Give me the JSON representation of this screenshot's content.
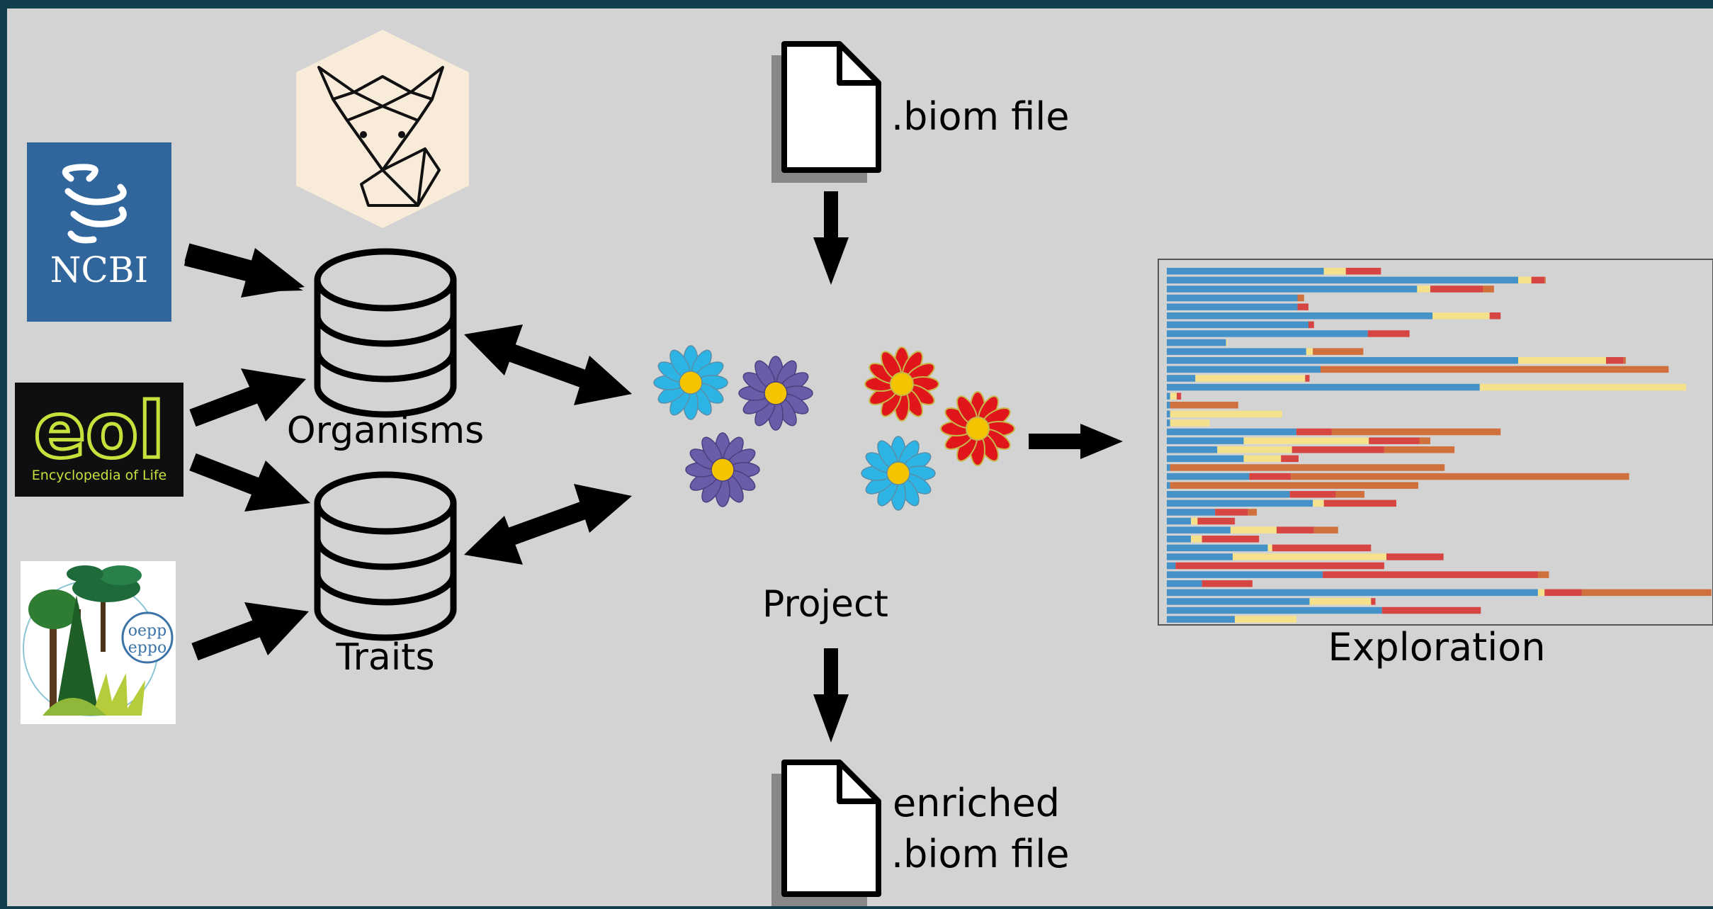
{
  "labels": {
    "biom_file": ".biom file",
    "organisms": "Organisms",
    "traits": "Traits",
    "project": "Project",
    "exploration": "Exploration",
    "enriched_line1": "enriched",
    "enriched_line2": ".biom file"
  },
  "logos": {
    "ncbi": "NCBI",
    "eol": "eol",
    "eol_caption": "Encyclopedia of Life",
    "eppo_top": "oepp",
    "eppo_bottom": "eppo"
  },
  "colors": {
    "frame": "#113f4c",
    "panel": "#d3d3d3",
    "ncbi_blue": "#31669c",
    "eol_green": "#c8e03c",
    "fox_bg": "#f8ebda",
    "flower_blue": "#2cb5e4",
    "flower_purple": "#6a5ca8",
    "flower_red": "#e0161c",
    "flower_center": "#f5c400",
    "bar_blue": "#4592c8",
    "bar_yellow": "#f5e18c",
    "bar_red": "#d64541",
    "bar_orange": "#d0703c"
  },
  "exploration_bars": [
    [
      [
        "b",
        143
      ],
      [
        "y",
        20
      ],
      [
        "r",
        32
      ]
    ],
    [
      [
        "b",
        320
      ],
      [
        "y",
        12
      ],
      [
        "r",
        12
      ],
      [
        "o",
        1
      ]
    ],
    [
      [
        "b",
        228
      ],
      [
        "y",
        12
      ],
      [
        "r",
        48
      ],
      [
        "o",
        10
      ]
    ],
    [
      [
        "b",
        119
      ],
      [
        "o",
        6
      ]
    ],
    [
      [
        "b",
        119
      ],
      [
        "r",
        10
      ]
    ],
    [
      [
        "b",
        242
      ],
      [
        "y",
        52
      ],
      [
        "r",
        10
      ]
    ],
    [
      [
        "b",
        129
      ],
      [
        "r",
        5
      ]
    ],
    [
      [
        "b",
        183
      ],
      [
        "r",
        38
      ]
    ],
    [
      [
        "b",
        54
      ],
      [
        "y",
        1
      ]
    ],
    [
      [
        "b",
        127
      ],
      [
        "y",
        6
      ],
      [
        "o",
        46
      ]
    ],
    [
      [
        "b",
        320
      ],
      [
        "y",
        80
      ],
      [
        "r",
        16
      ],
      [
        "o",
        2
      ]
    ],
    [
      [
        "b",
        140
      ],
      [
        "o",
        317
      ]
    ],
    [
      [
        "b",
        26
      ],
      [
        "y",
        100
      ],
      [
        "r",
        4
      ]
    ],
    [
      [
        "b",
        285
      ],
      [
        "y",
        188
      ]
    ],
    [
      [
        "b",
        3
      ],
      [
        "y",
        6
      ],
      [
        "r",
        4
      ]
    ],
    [
      [
        "b",
        3
      ],
      [
        "o",
        62
      ]
    ],
    [
      [
        "b",
        3
      ],
      [
        "y",
        102
      ]
    ],
    [
      [
        "b",
        3
      ],
      [
        "y",
        36
      ]
    ],
    [
      [
        "b",
        118
      ],
      [
        "r",
        32
      ],
      [
        "o",
        154
      ]
    ],
    [
      [
        "b",
        70
      ],
      [
        "y",
        114
      ],
      [
        "r",
        46
      ],
      [
        "o",
        10
      ]
    ],
    [
      [
        "b",
        46
      ],
      [
        "y",
        68
      ],
      [
        "r",
        84
      ],
      [
        "o",
        64
      ]
    ],
    [
      [
        "b",
        70
      ],
      [
        "y",
        34
      ],
      [
        "r",
        16
      ]
    ],
    [
      [
        "b",
        3
      ],
      [
        "o",
        250
      ]
    ],
    [
      [
        "b",
        75
      ],
      [
        "r",
        38
      ],
      [
        "o",
        308
      ]
    ],
    [
      [
        "b",
        3
      ],
      [
        "o",
        226
      ]
    ],
    [
      [
        "b",
        112
      ],
      [
        "r",
        42
      ],
      [
        "o",
        26
      ]
    ],
    [
      [
        "b",
        133
      ],
      [
        "y",
        10
      ],
      [
        "r",
        66
      ]
    ],
    [
      [
        "b",
        44
      ],
      [
        "r",
        30
      ],
      [
        "o",
        8
      ]
    ],
    [
      [
        "b",
        22
      ],
      [
        "y",
        6
      ],
      [
        "r",
        34
      ]
    ],
    [
      [
        "b",
        58
      ],
      [
        "y",
        42
      ],
      [
        "r",
        34
      ],
      [
        "o",
        22
      ]
    ],
    [
      [
        "b",
        22
      ],
      [
        "y",
        10
      ],
      [
        "r",
        52
      ]
    ],
    [
      [
        "b",
        92
      ],
      [
        "y",
        4
      ],
      [
        "r",
        90
      ]
    ],
    [
      [
        "b",
        60
      ],
      [
        "y",
        140
      ],
      [
        "r",
        52
      ]
    ],
    [
      [
        "b",
        8
      ],
      [
        "r",
        190
      ]
    ],
    [
      [
        "b",
        142
      ],
      [
        "r",
        196
      ],
      [
        "o",
        10
      ]
    ],
    [
      [
        "b",
        32
      ],
      [
        "r",
        46
      ]
    ],
    [
      [
        "b",
        338
      ],
      [
        "y",
        6
      ],
      [
        "r",
        34
      ],
      [
        "o",
        118
      ]
    ],
    [
      [
        "b",
        130
      ],
      [
        "y",
        56
      ],
      [
        "r",
        4
      ]
    ],
    [
      [
        "b",
        196
      ],
      [
        "r",
        90
      ]
    ],
    [
      [
        "b",
        62
      ],
      [
        "y",
        56
      ]
    ]
  ]
}
